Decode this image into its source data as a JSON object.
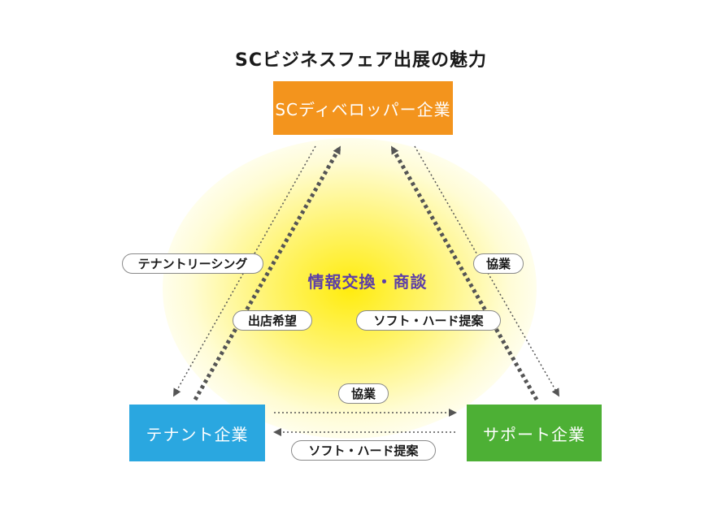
{
  "title": "SCビジネスフェア出展の魅力",
  "nodes": {
    "developer": "SCディベロッパー企業",
    "tenant": "テナント企業",
    "support": "サポート企業"
  },
  "center_label": "情報交換・商談",
  "labels": {
    "tenant_leasing": "テナントリーシング",
    "store_wish": "出店希望",
    "cooperation_right": "協業",
    "soft_hard_right": "ソフト・ハード提案",
    "cooperation_bottom": "協業",
    "soft_hard_bottom": "ソフト・ハード提案"
  },
  "colors": {
    "developer": "#f3941d",
    "tenant": "#2aa7e0",
    "support": "#4db035",
    "center_text": "#5c3ea8",
    "arrow": "#555555"
  }
}
